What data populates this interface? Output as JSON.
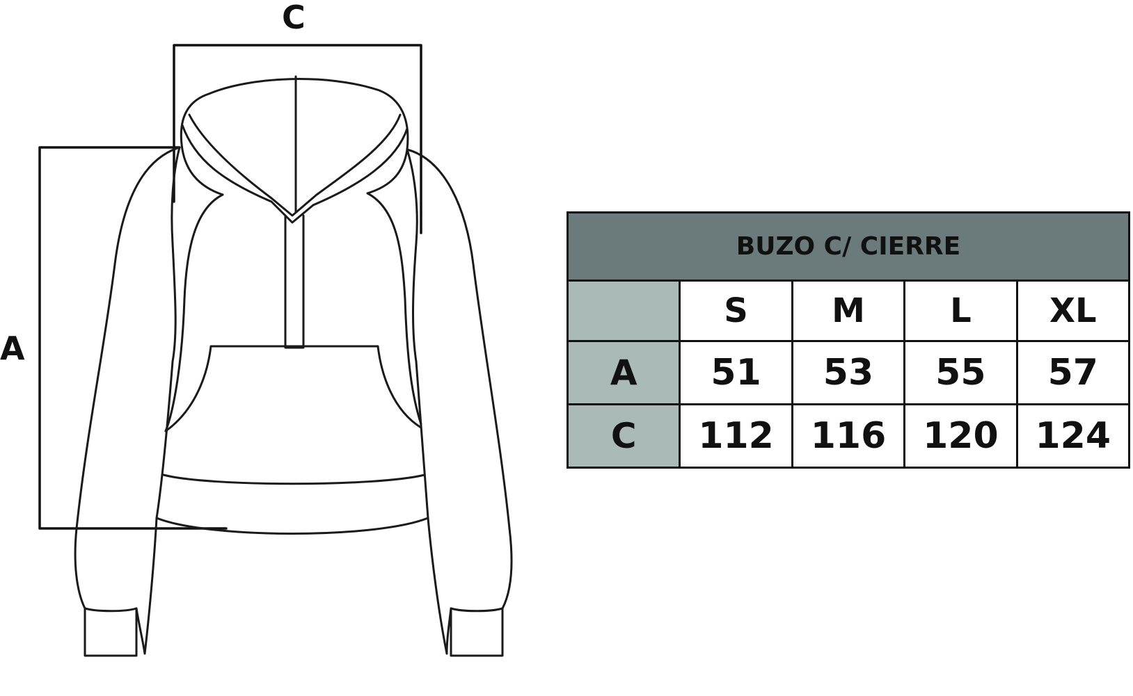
{
  "diagram": {
    "label_c": "C",
    "label_a": "A"
  },
  "table": {
    "title": "BUZO C/ CIERRE",
    "sizes": [
      "S",
      "M",
      "L",
      "XL"
    ],
    "rows": [
      {
        "label": "A",
        "values": [
          "51",
          "53",
          "55",
          "57"
        ]
      },
      {
        "label": "C",
        "values": [
          "112",
          "116",
          "120",
          "124"
        ]
      }
    ]
  },
  "colors": {
    "header_bg": "#6b7b7c",
    "label_bg": "#a9bab7",
    "line": "#111111"
  }
}
